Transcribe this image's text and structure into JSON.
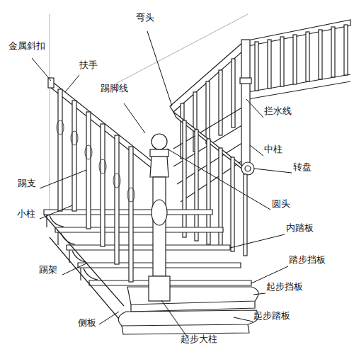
{
  "diagram": {
    "labels": [
      "金属斜扣",
      "扶手",
      "弯头",
      "踢脚线",
      "拦水线",
      "中柱",
      "转盘",
      "踢支",
      "圆头",
      "小柱",
      "内踏板",
      "踏步挡板",
      "踢架",
      "起步挡板",
      "侧板",
      "起步踏板",
      "起步大柱"
    ]
  }
}
